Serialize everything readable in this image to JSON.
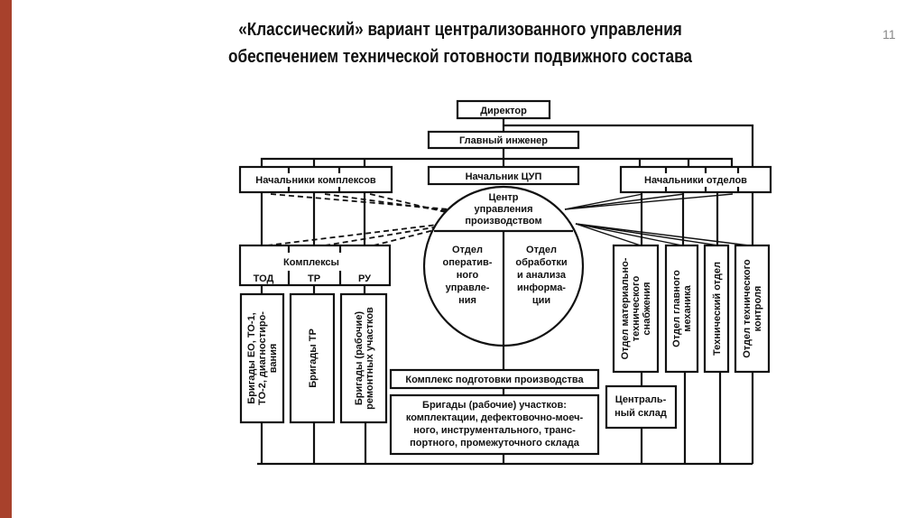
{
  "slide": {
    "title_line1": "«Классический» вариант централизованного управления",
    "title_line2": "обеспечением технической готовности подвижного состава",
    "page_number": "11",
    "accent_color": "#a8412c"
  },
  "diagram": {
    "director": "Директор",
    "chief_engineer": "Главный инженер",
    "cup_head": "Начальник ЦУП",
    "complex_heads": "Начальники комплексов",
    "dept_heads": "Начальники отделов",
    "center": {
      "title_lines": [
        "Центр",
        "управления",
        "производством"
      ],
      "left_lines": [
        "Отдел",
        "оператив-",
        "ного",
        "управле-",
        "ния"
      ],
      "right_lines": [
        "Отдел",
        "обработки",
        "и анализа",
        "информа-",
        "ции"
      ]
    },
    "complexes": {
      "label": "Комплексы",
      "items": [
        "ТОД",
        "ТР",
        "РУ"
      ]
    },
    "brigades": [
      {
        "lines": [
          "Бригады ЕО, ТО-1,",
          "ТО-2, диагностиро-",
          "вания"
        ]
      },
      {
        "lines": [
          "Бригады ТР"
        ]
      },
      {
        "lines": [
          "Бригады (рабочие)",
          "ремонтных участков"
        ]
      }
    ],
    "departments": [
      {
        "lines": [
          "Отдел материально-",
          "технического",
          "снабжения"
        ]
      },
      {
        "lines": [
          "Отдел главного",
          "механика"
        ]
      },
      {
        "lines": [
          "Технический отдел"
        ]
      },
      {
        "lines": [
          "Отдел технического",
          "контроля"
        ]
      }
    ],
    "prep_complex": "Комплекс подготовки производства",
    "prep_brigades_lines": [
      "Бригады (рабочие) участков:",
      "комплектации, дефектовочно-моеч-",
      "ного, инструментального, транс-",
      "портного, промежуточного склада"
    ],
    "central_warehouse_lines": [
      "Централь-",
      "ный склад"
    ]
  }
}
